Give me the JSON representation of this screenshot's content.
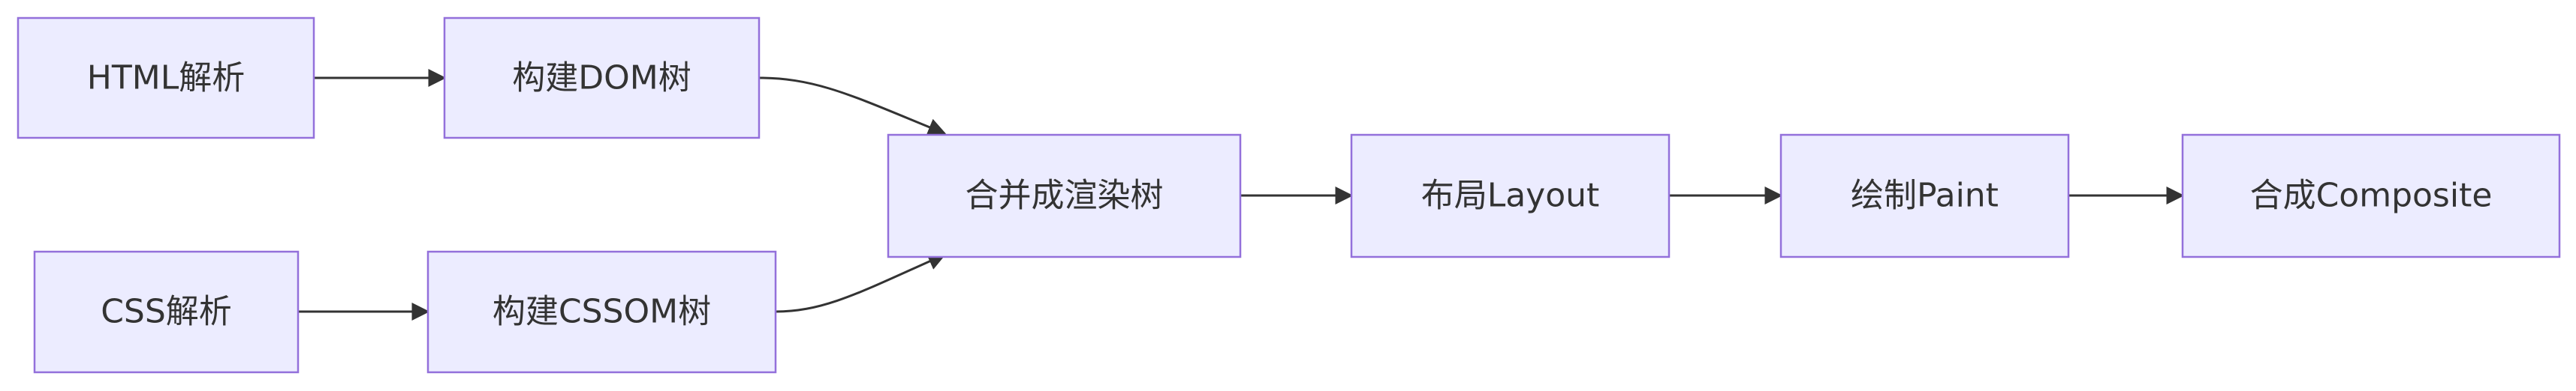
{
  "diagram": {
    "type": "flowchart",
    "direction": "left-to-right",
    "colors": {
      "node_fill": "#ececff",
      "node_border": "#9370db",
      "edge": "#333333",
      "text": "#333333"
    },
    "nodes": {
      "html_parse": {
        "label": "HTML解析"
      },
      "build_dom": {
        "label": "构建DOM树"
      },
      "css_parse": {
        "label": "CSS解析"
      },
      "build_cssom": {
        "label": "构建CSSOM树"
      },
      "render_tree": {
        "label": "合并成渲染树"
      },
      "layout": {
        "label": "布局Layout"
      },
      "paint": {
        "label": "绘制Paint"
      },
      "composite": {
        "label": "合成Composite"
      }
    },
    "edges": [
      {
        "from": "html_parse",
        "to": "build_dom"
      },
      {
        "from": "css_parse",
        "to": "build_cssom"
      },
      {
        "from": "build_dom",
        "to": "render_tree"
      },
      {
        "from": "build_cssom",
        "to": "render_tree"
      },
      {
        "from": "render_tree",
        "to": "layout"
      },
      {
        "from": "layout",
        "to": "paint"
      },
      {
        "from": "paint",
        "to": "composite"
      }
    ]
  }
}
